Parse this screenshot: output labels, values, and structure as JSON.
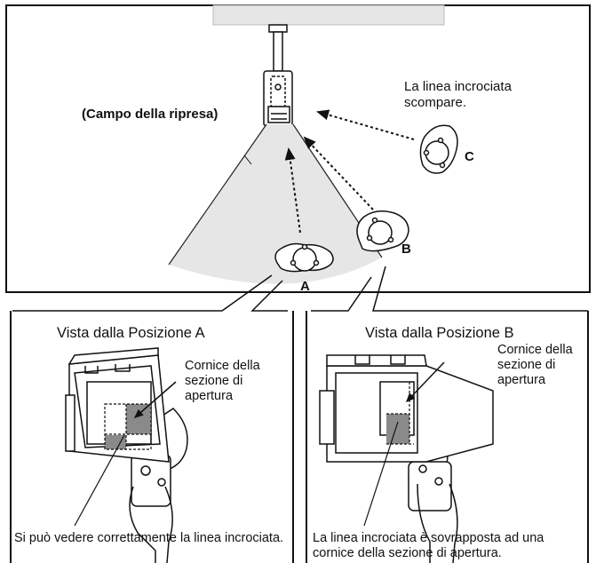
{
  "top": {
    "field_label": "(Campo della ripresa)",
    "c_note": "La linea incrociata scompare.",
    "letters": {
      "a": "A",
      "b": "B",
      "c": "C"
    }
  },
  "panel_a": {
    "title": "Vista dalla Posizione A",
    "frame_label": "Cornice della sezione di apertura",
    "caption": "Si può vedere correttamente la linea incrociata."
  },
  "panel_b": {
    "title": "Vista dalla Posizione B",
    "frame_label": "Cornice della sezione di apertura",
    "caption": "La linea incrociata è sovrapposta ad una cornice della sezione di apertura."
  },
  "colors": {
    "field": "#e6e6e6",
    "ceiling": "#e6e6e6",
    "frame_fill": "#8a8a8a",
    "line": "#1a1a1a"
  }
}
